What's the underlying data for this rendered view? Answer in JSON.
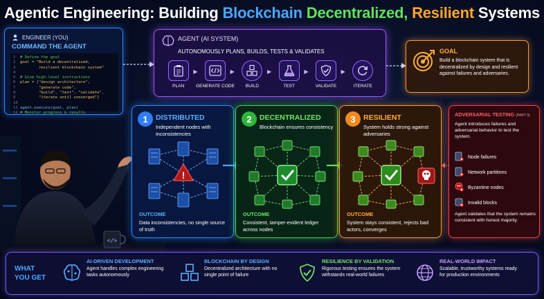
{
  "title": {
    "part1": "Agentic Engineering: Building ",
    "blue": "Blockchain",
    "space1": " ",
    "green": "Decentralized,",
    "space2": " ",
    "orange": "Resilient",
    "part2": " Systems"
  },
  "engineer": {
    "label": "ENGINEER (YOU)",
    "heading": "COMMAND THE AGENT",
    "code": [
      {
        "n": "1",
        "t": "# Define the goal",
        "c": "cm"
      },
      {
        "n": "2",
        "t": "goal = \"Build a decentralized,",
        "c": "st"
      },
      {
        "n": "3",
        "t": "        resilient blockchain system\"",
        "c": "st"
      },
      {
        "n": "4",
        "t": "",
        "c": ""
      },
      {
        "n": "5",
        "t": "# Give high-level instructions",
        "c": "cm"
      },
      {
        "n": "6",
        "t": "plan = [\"design architecture\",",
        "c": "st"
      },
      {
        "n": "7",
        "t": "        \"generate code\",",
        "c": "st"
      },
      {
        "n": "8",
        "t": "        \"build\", \"test\", \"validate\",",
        "c": "st"
      },
      {
        "n": "9",
        "t": "        \"iterate until converged\"]",
        "c": "st"
      },
      {
        "n": "10",
        "t": "",
        "c": ""
      },
      {
        "n": "11",
        "t": "agent.execute(goal, plan)",
        "c": "fn"
      },
      {
        "n": "12",
        "t": "# Monitor progress & results",
        "c": "cm"
      }
    ]
  },
  "agent": {
    "label": "AGENT (AI SYSTEM)",
    "subtitle": "AUTONOMOUSLY PLANS, BUILDS, TESTS & VALIDATES",
    "steps": [
      {
        "label": "PLAN",
        "icon": "clipboard-icon"
      },
      {
        "label": "GENERATE CODE",
        "icon": "code-icon"
      },
      {
        "label": "BUILD",
        "icon": "cubes-icon"
      },
      {
        "label": "TEST",
        "icon": "flask-icon"
      },
      {
        "label": "VALIDATE",
        "icon": "shield-check-icon"
      },
      {
        "label": "ITERATE",
        "icon": "refresh-icon"
      }
    ]
  },
  "goal": {
    "title": "GOAL",
    "text": "Build a blockchain system that is decentralized by design and resilient against failures and adversaries."
  },
  "panels": [
    {
      "num": "1",
      "title": "DISTRIBUTED",
      "desc": "Independent nodes with inconsistencies",
      "outcome_label": "OUTCOME",
      "outcome": "Data inconsistencies, no single source of truth"
    },
    {
      "num": "2",
      "title": "DECENTRALIZED",
      "desc": "Blockchain ensures consistency",
      "outcome_label": "OUTCOME",
      "outcome": "Consistent, tamper-evident ledger across nodes"
    },
    {
      "num": "3",
      "title": "RESILIENT",
      "desc": "System holds strong against adversaries",
      "outcome_label": "OUTCOME",
      "outcome": "System stays consistent, rejects bad actors, converges"
    }
  ],
  "adversarial": {
    "title": "ADVERSARIAL TESTING",
    "part": "(PART 3)",
    "desc": "Agent introduces failures and adversarial behavior to test the system.",
    "items": [
      {
        "label": "Node failures",
        "icon": "node-failure-icon"
      },
      {
        "label": "Network partitions",
        "icon": "network-partition-icon"
      },
      {
        "label": "Byzantine nodes",
        "icon": "byzantine-node-icon"
      },
      {
        "label": "Invalid blocks",
        "icon": "invalid-block-icon"
      }
    ],
    "footer": "Agent validates that the system remains consistent with honest majority."
  },
  "bottom": {
    "label_line1": "WHAT",
    "label_line2": "YOU GET",
    "items": [
      {
        "title": "AI-DRIVEN DEVELOPMENT",
        "text": "Agent handles complex engineering tasks autonomously",
        "color": "#5cb0ff",
        "icon": "brain-icon"
      },
      {
        "title": "BLOCKCHAIN BY DESIGN",
        "text": "Decentralized architecture with no single point of failure",
        "color": "#5cb0ff",
        "icon": "blocks-icon"
      },
      {
        "title": "RESILIENCE BY VALIDATION",
        "text": "Rigorous testing ensures the system withstands real-world failures",
        "color": "#6ee66a",
        "icon": "shield-icon"
      },
      {
        "title": "REAL-WORLD IMPACT",
        "text": "Scalable, trustworthy systems ready for production environments",
        "color": "#c49bff",
        "icon": "globe-icon"
      }
    ]
  },
  "colors": {
    "blue": "#2f8cff",
    "green": "#42d64a",
    "orange": "#ff9a2f",
    "purple": "#9b5bff",
    "red": "#ff4040"
  }
}
